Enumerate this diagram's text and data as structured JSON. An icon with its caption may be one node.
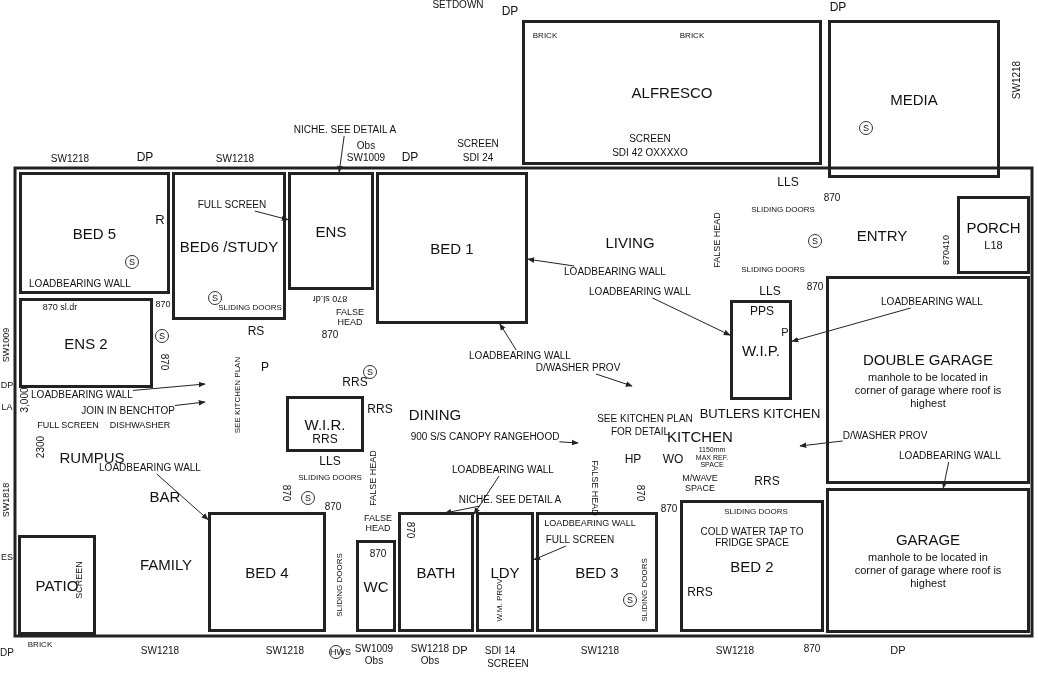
{
  "diagram": {
    "nodes": [
      {
        "text": [
          "ALFRESCO"
        ]
      },
      {
        "text": [
          "MEDIA"
        ]
      },
      {
        "text": [
          "BED 5"
        ]
      },
      {
        "text": [
          "BED6 /STUDY"
        ]
      },
      {
        "text": [
          "ENS"
        ]
      },
      {
        "text": [
          "BED 1"
        ]
      },
      {
        "text": [
          "ENS 2"
        ]
      },
      {
        "text": [
          "W.I.R."
        ]
      },
      {
        "text": [
          "W.I.P."
        ]
      },
      {
        "text": [
          "PORCH",
          "L18"
        ]
      },
      {
        "text": [
          "DOUBLE GARAGE",
          "manhole to be located in corner of garage where roof is highest"
        ]
      },
      {
        "text": [
          "GARAGE",
          "manhole to be located in corner of garage where roof is highest"
        ]
      },
      {
        "text": [
          "PATIO"
        ]
      },
      {
        "text": [
          "BED 4"
        ]
      },
      {
        "text": [
          "WC"
        ]
      },
      {
        "text": [
          "BATH"
        ]
      },
      {
        "text": [
          "LDY"
        ]
      },
      {
        "text": [
          "BED 3"
        ]
      },
      {
        "text": [
          "BED 2"
        ]
      },
      {
        "text": [
          "NICHE. SEE DETAIL A"
        ]
      },
      {
        "text": [
          "FULL SCREEN"
        ],
        "in": 3
      },
      {
        "text": [
          "LOADBEARING WALL"
        ]
      },
      {
        "text": [
          "LOADBEARING WALL"
        ]
      },
      {
        "text": [
          "LOADBEARING WALL"
        ]
      },
      {
        "text": [
          "D/WASHER PROV"
        ]
      },
      {
        "text": [
          "LOADBEARING WALL"
        ],
        "in": 10
      },
      {
        "text": [
          "LOADBEARING WALL"
        ]
      },
      {
        "text": [
          "JOIN IN BENCHTOP"
        ]
      },
      {
        "text": [
          "LOADBEARING WALL"
        ]
      },
      {
        "text": [
          "900 S/S CANOPY RANGEHOOD"
        ]
      },
      {
        "text": [
          "LOADBEARING WALL"
        ]
      },
      {
        "text": [
          "NICHE. SEE DETAIL A"
        ]
      },
      {
        "text": [
          "FULL SCREEN"
        ],
        "in": 17
      },
      {
        "text": [
          "D/WASHER PROV"
        ],
        "in": 10
      },
      {
        "text": [
          "LOADBEARING WALL"
        ],
        "in": 10
      }
    ],
    "edges": [
      {
        "from": 19,
        "to": 4,
        "arrow": "to"
      },
      {
        "from": 20,
        "to": 4,
        "arrow": "to"
      },
      {
        "from": 21,
        "to": 5,
        "arrow": "to"
      },
      {
        "from": 22,
        "to": 8,
        "arrow": "to"
      },
      {
        "from": 23,
        "to": 5,
        "arrow": "to"
      },
      {
        "from": 24,
        "to": null,
        "arrow": "to"
      },
      {
        "from": 25,
        "to": 8,
        "arrow": "to"
      },
      {
        "from": 26,
        "to": null,
        "arrow": "to"
      },
      {
        "from": 27,
        "to": null,
        "arrow": "to"
      },
      {
        "from": 28,
        "to": 13,
        "arrow": "to"
      },
      {
        "from": 29,
        "to": null,
        "arrow": "to"
      },
      {
        "from": 30,
        "to": 15,
        "arrow": "to"
      },
      {
        "from": 31,
        "to": null,
        "arrow": "to"
      },
      {
        "from": 32,
        "to": 16,
        "arrow": "to"
      },
      {
        "from": 33,
        "to": null,
        "arrow": "to"
      },
      {
        "from": 34,
        "to": 11,
        "arrow": "to"
      }
    ],
    "labels": [
      "SETDOWN",
      "DP",
      "BRICK",
      "BRICK",
      "DP",
      "SCREEN",
      "SDI 42 OXXXXO",
      "SW1218",
      "DP",
      "SW1218",
      "Obs",
      "SW1009",
      "DP",
      "SCREEN",
      "SDI 24",
      "SW1218",
      "R",
      "S",
      "LOADBEARING WALL",
      "870 sl.dr",
      "870",
      "S",
      "870",
      "S",
      "SLIDING DOORS",
      "RS",
      "870 sl.dr",
      "FALSE HEAD",
      "870",
      "P",
      "RRS",
      "RRS",
      "RRS",
      "LLS",
      "SLIDING DOORS",
      "FALSE HEAD",
      "870",
      "870",
      "FALSE HEAD",
      "870",
      "870",
      "S",
      "DINING",
      "SEE KITCHEN PLAN",
      "FOR DETAIL",
      "KITCHEN",
      "BUTLERS KITCHEN",
      "HP",
      "WO",
      "1150mm MAX REF. SPACE",
      "M/WAVE SPACE",
      "RRS",
      "870",
      "FALSE HEAD",
      "870",
      "SLIDING DOORS",
      "COLD WATER TAP TO FRIDGE SPACE",
      "RRS",
      "SLIDING DOORS",
      "LLS",
      "PPS",
      "P",
      "870",
      "S",
      "ENTRY",
      "LLS",
      "870",
      "SLIDING DOORS",
      "FALSE HEAD",
      "SLIDING DOORS",
      "870410",
      "S",
      "LIVING",
      "SW1009",
      "DP",
      "LA",
      "3,000",
      "FULL SCREEN",
      "DISHWASHER",
      "2300",
      "SW1818",
      "RUMPUS",
      "SEE KITCHEN PLAN",
      "BAR",
      "FAMILY",
      "ES",
      "SCREEN",
      "BRICK",
      "DP",
      "SLIDING DOORS",
      "W.M. PROV",
      "S",
      "LOADBEARING WALL",
      "S",
      "SW1218",
      "SW1218",
      "HWS",
      "SW1009",
      "Obs",
      "SW1218",
      "Obs",
      "DP",
      "SDI 14",
      "SCREEN",
      "SW1218",
      "SW1218",
      "870",
      "DP"
    ]
  }
}
